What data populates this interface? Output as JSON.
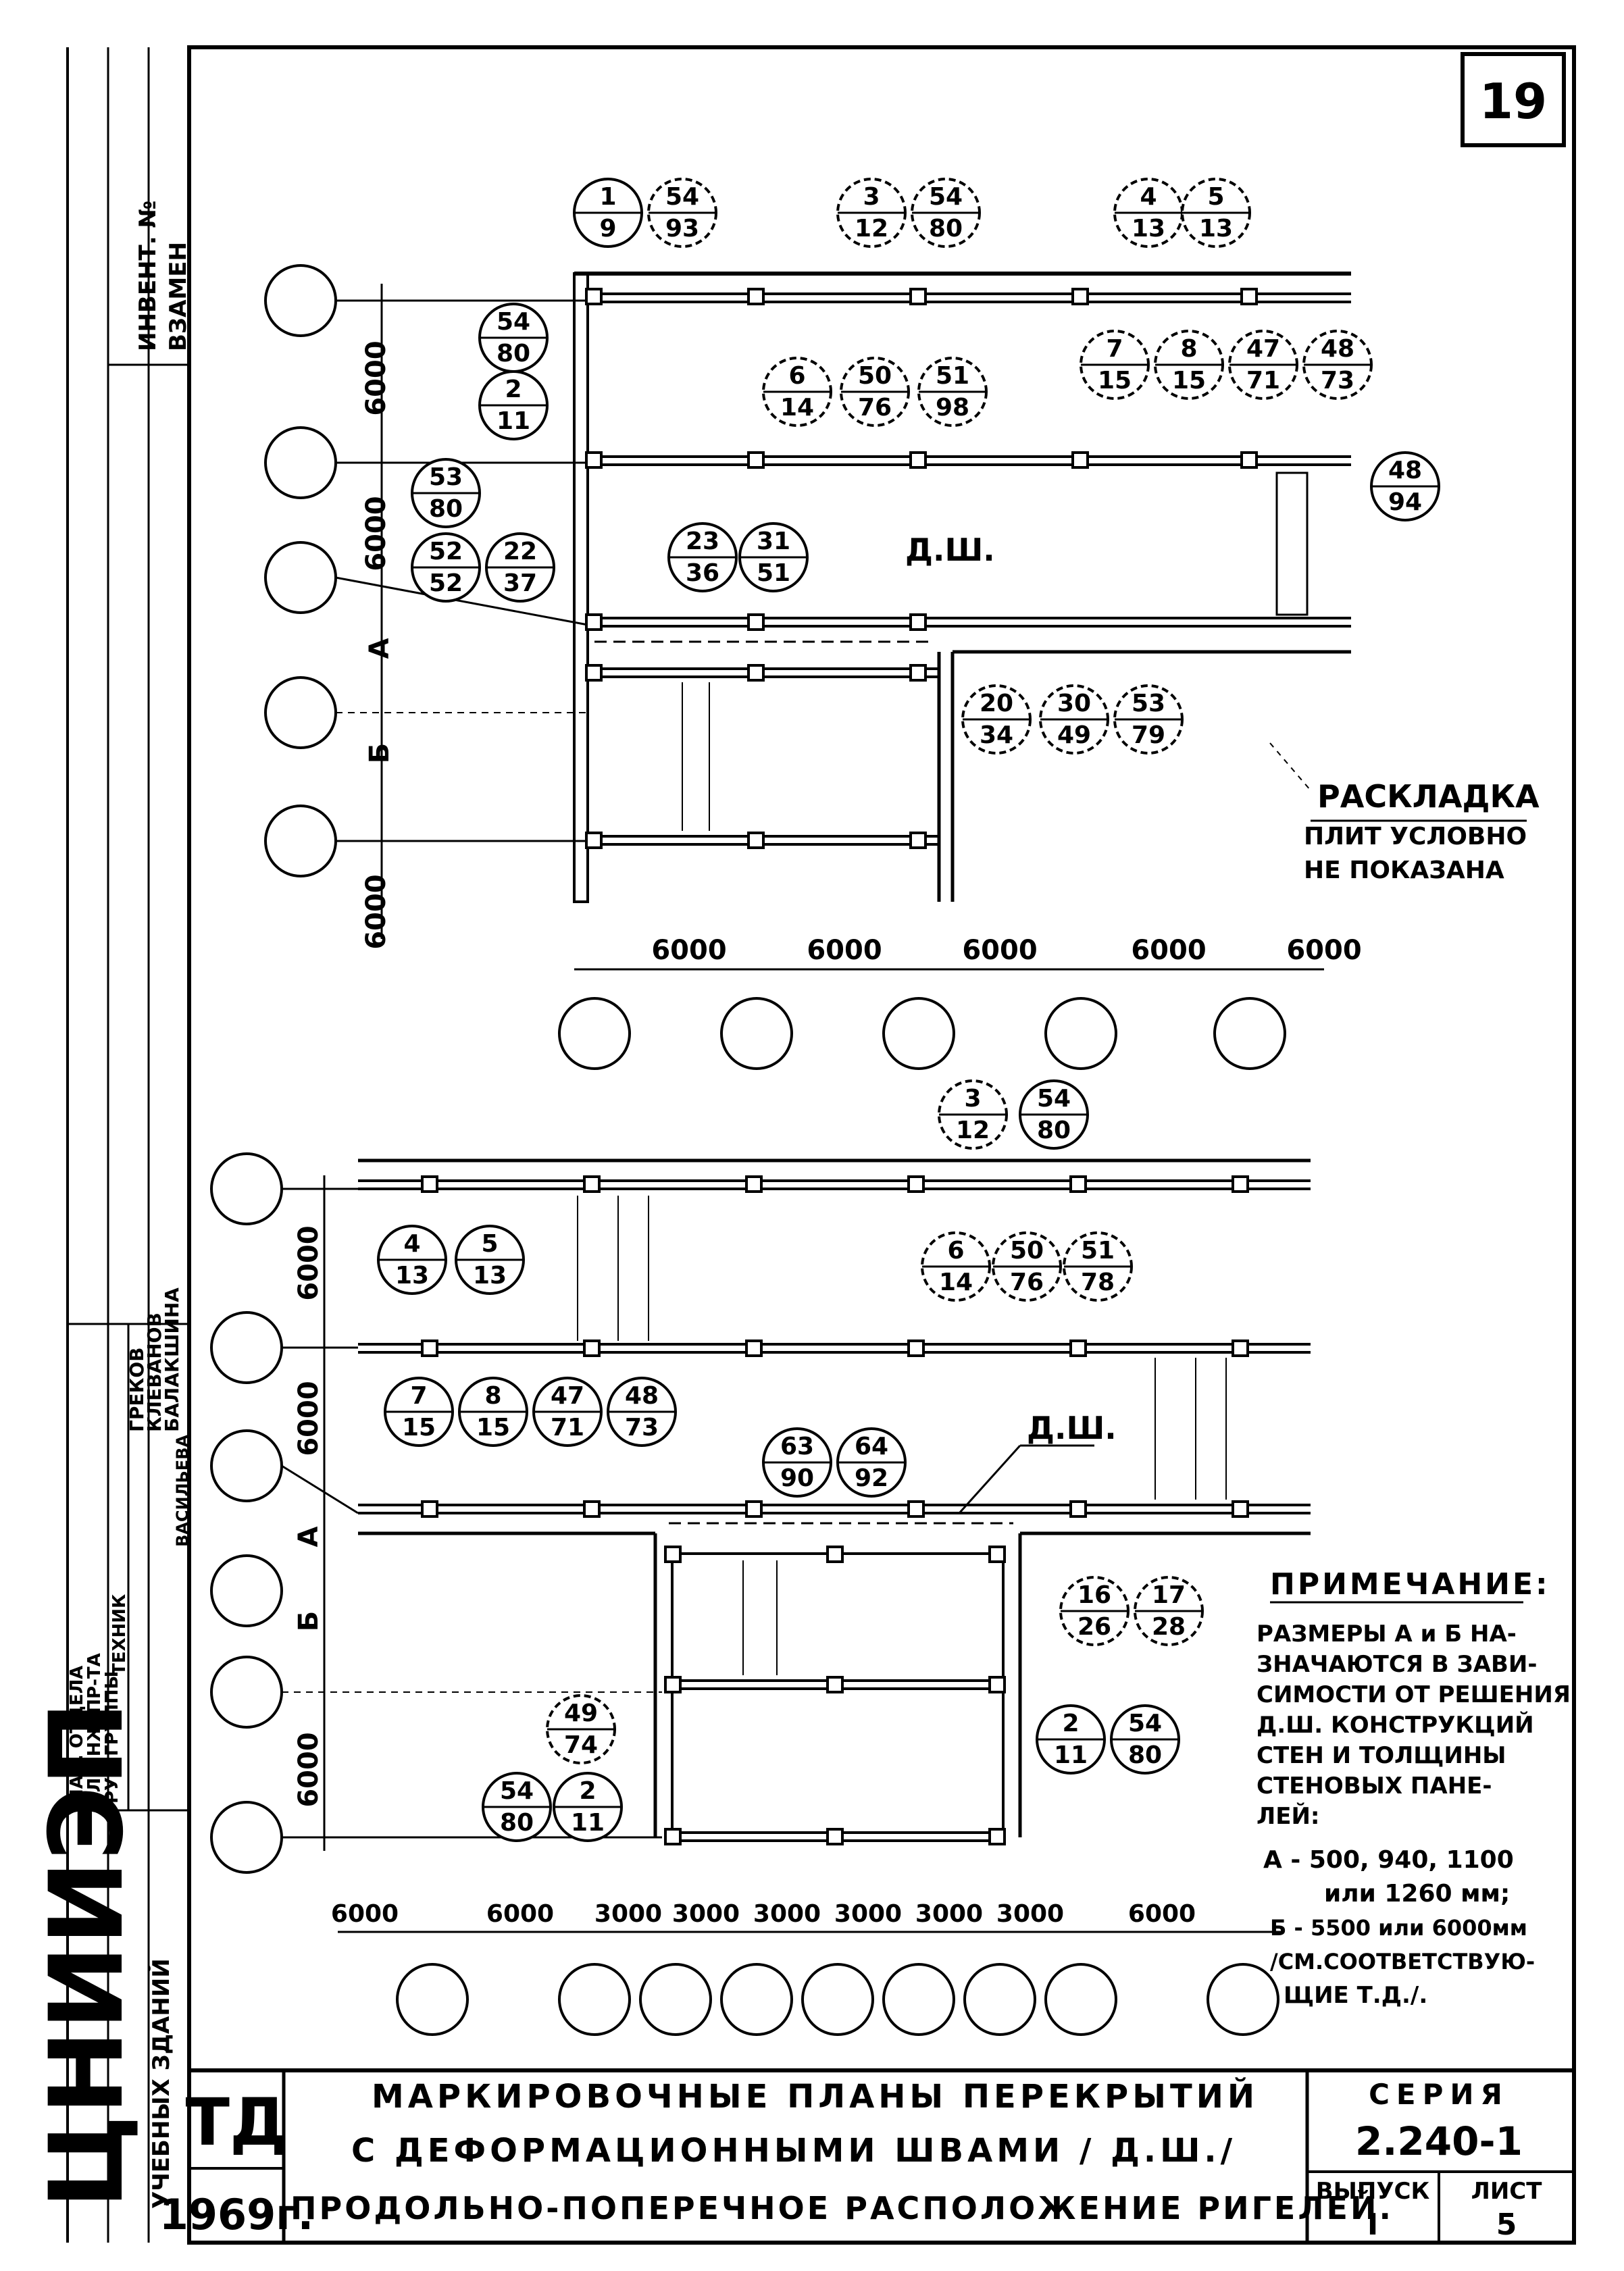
{
  "sheet": {
    "number": "19",
    "stamp_top": [
      "ИНВЕНТ. №",
      "ВЗАМЕН"
    ],
    "organization": "ЦНИИЭП",
    "organization_sub": "УЧЕБНЫХ ЗДАНИЙ",
    "stamp_roles": [
      "НАЧ. ОТДЕЛА",
      "ГЛ.ИНЖ.ПР-ТА",
      "РУК.ГРУППЫ",
      "ТЕХНИК"
    ],
    "stamp_names": [
      "ГРЕКОВ",
      "КЛЕВАНОВ",
      "БАЛАКШИНА",
      "ВАСИЛЬЕВА"
    ],
    "td": "ТД",
    "year": "1969г.",
    "title_lines": [
      "МАРКИРОВОЧНЫЕ ПЛАНЫ ПЕРЕКРЫТИЙ",
      "С ДЕФОРМАЦИОННЫМИ ШВАМИ / Д.Ш./",
      "ПРОДОЛЬНО-ПОПЕРЕЧНОЕ РАСПОЛОЖЕНИЕ РИГЕЛЕЙ."
    ],
    "series_label": "СЕРИЯ",
    "series_value": "2.240-1",
    "issue_label": "ВЫПУСК",
    "issue_value": "I",
    "sheet_label": "ЛИСТ",
    "sheet_value": "5"
  },
  "plan_top": {
    "dim_left": [
      "6000",
      "6000",
      "6000"
    ],
    "dim_bottom": [
      "6000",
      "6000",
      "6000",
      "6000",
      "6000"
    ],
    "axis_a": "А",
    "axis_b": "Б",
    "joint_label": "Д.Ш.",
    "layout_note": [
      "РАСКЛАДКА",
      "ПЛИТ УСЛОВНО",
      "НЕ ПОКАЗАНА"
    ],
    "marks": [
      [
        "1",
        "9"
      ],
      [
        "54",
        "93"
      ],
      [
        "3",
        "12"
      ],
      [
        "54",
        "80"
      ],
      [
        "4",
        "13"
      ],
      [
        "5",
        "13"
      ],
      [
        "54",
        "80"
      ],
      [
        "2",
        "11"
      ],
      [
        "6",
        "14"
      ],
      [
        "50",
        "76"
      ],
      [
        "51",
        "98"
      ],
      [
        "7",
        "15"
      ],
      [
        "8",
        "15"
      ],
      [
        "47",
        "71"
      ],
      [
        "48",
        "73"
      ],
      [
        "48",
        "94"
      ],
      [
        "53",
        "80"
      ],
      [
        "52",
        "52"
      ],
      [
        "22",
        "37"
      ],
      [
        "23",
        "36"
      ],
      [
        "31",
        "51"
      ],
      [
        "20",
        "34"
      ],
      [
        "30",
        "49"
      ],
      [
        "53",
        "79"
      ]
    ]
  },
  "plan_bottom": {
    "dim_left": [
      "6000",
      "6000",
      "6000"
    ],
    "dim_bottom": [
      "6000",
      "6000",
      "3000",
      "3000",
      "3000",
      "3000",
      "3000",
      "3000",
      "6000"
    ],
    "axis_a": "А",
    "axis_b": "Б",
    "joint_label": "Д.Ш.",
    "marks": [
      [
        "3",
        "12"
      ],
      [
        "54",
        "80"
      ],
      [
        "4",
        "13"
      ],
      [
        "5",
        "13"
      ],
      [
        "6",
        "14"
      ],
      [
        "50",
        "76"
      ],
      [
        "51",
        "78"
      ],
      [
        "7",
        "15"
      ],
      [
        "8",
        "15"
      ],
      [
        "47",
        "71"
      ],
      [
        "48",
        "73"
      ],
      [
        "63",
        "90"
      ],
      [
        "64",
        "92"
      ],
      [
        "16",
        "26"
      ],
      [
        "17",
        "28"
      ],
      [
        "49",
        "74"
      ],
      [
        "2",
        "11"
      ],
      [
        "54",
        "80"
      ],
      [
        "54",
        "80"
      ],
      [
        "2",
        "11"
      ]
    ]
  },
  "note": {
    "title": "ПРИМЕЧАНИЕ:",
    "lines": [
      "РАЗМЕРЫ А и Б НА-",
      "ЗНАЧАЮТСЯ В ЗАВИ-",
      "СИМОСТИ ОТ РЕШЕНИЯ",
      "Д.Ш. КОНСТРУКЦИЙ",
      "СТЕН И ТОЛЩИНЫ",
      "СТЕНОВЫХ ПАНЕ-",
      "ЛЕЙ:",
      "А - 500, 940, 1100",
      "или 1260 мм;",
      "Б - 5500 или 6000мм",
      "/СМ.СООТВЕТСТВУЮ-",
      "ЩИЕ Т.Д./."
    ]
  }
}
